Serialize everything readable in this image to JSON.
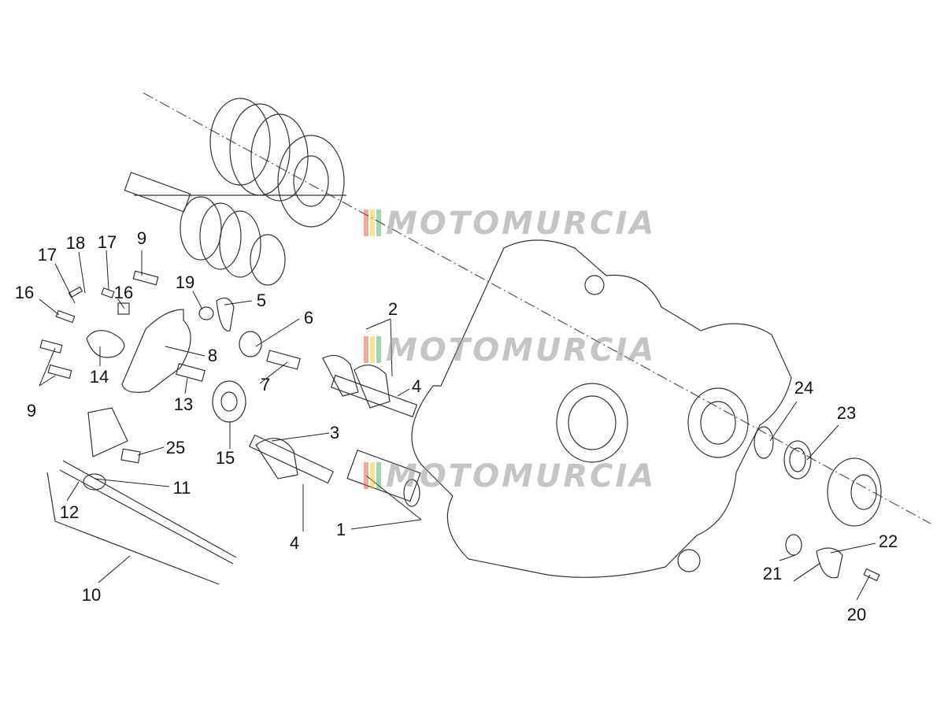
{
  "diagram": {
    "callouts": [
      "1",
      "2",
      "3",
      "4",
      "4",
      "5",
      "6",
      "7",
      "8",
      "9",
      "9",
      "10",
      "11",
      "12",
      "13",
      "14",
      "15",
      "16",
      "16",
      "17",
      "17",
      "18",
      "19",
      "20",
      "21",
      "22",
      "23",
      "24",
      "25"
    ]
  },
  "watermark": {
    "text": "MOTOMURCIA",
    "stripe_colors": [
      "#e23b2e",
      "#f2c20f",
      "#33a04a",
      "#2f6fd0"
    ]
  }
}
